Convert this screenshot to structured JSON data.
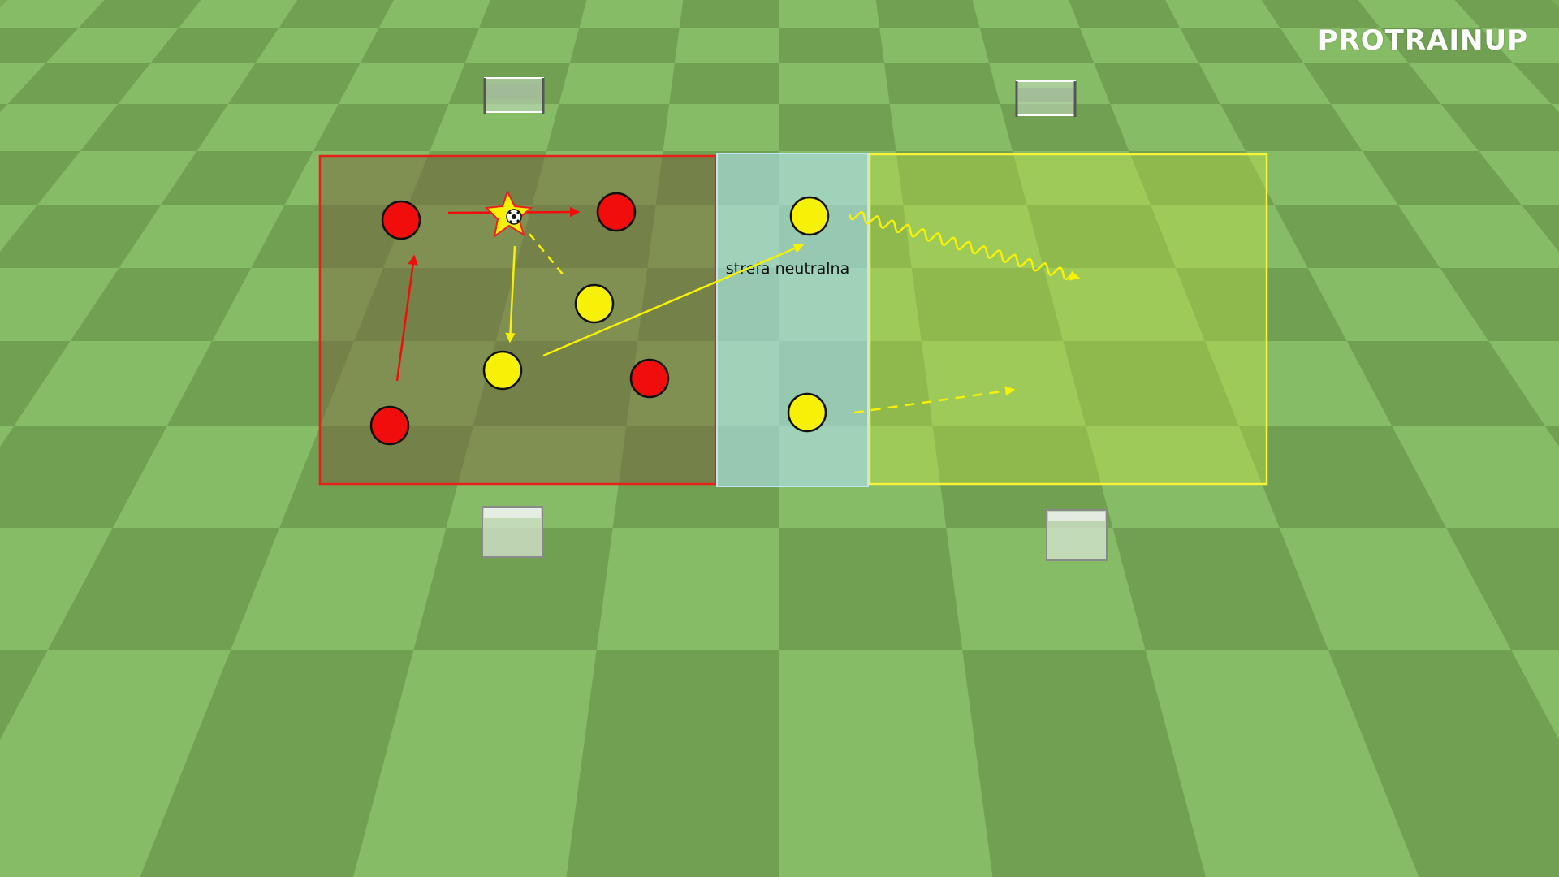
{
  "brand": {
    "logo_text": "PROTRAINUP"
  },
  "zones": {
    "neutral_label": "strefa neutralna",
    "red_zone_color": "#e8201a",
    "yellow_zone_color": "#f7f23a",
    "neutral_zone_color": "#a9dcea"
  },
  "players": {
    "red_color": "#f20d0d",
    "yellow_color": "#f7f007",
    "red_count": 4,
    "yellow_count": 4
  },
  "icons": {
    "ball": "soccer-ball-icon",
    "goal": "mini-goal-icon"
  }
}
